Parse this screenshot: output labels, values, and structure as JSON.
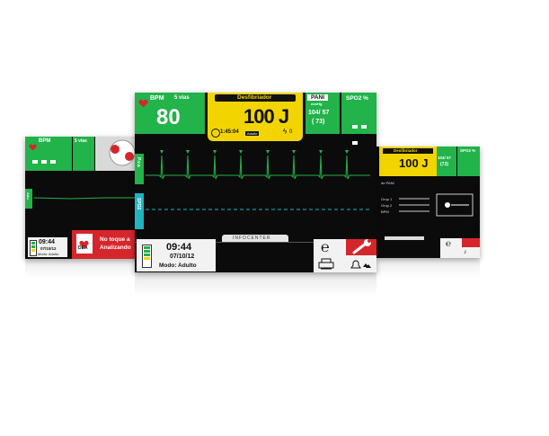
{
  "center": {
    "bpm_label": "BPM",
    "vias_label": "5 vías",
    "bpm_value": "80",
    "defib_title": "Desfibriador",
    "energy": "100 J",
    "timer": "1:45:04",
    "mode_badge": "Adulto",
    "sync_count": "0",
    "pani_label": "PANI",
    "pani_unit": "mmHg",
    "pani_value": "104/ 57",
    "pani_mean": "( 73)",
    "spo2_label": "SPO2 %",
    "lead_label": "P.v.a",
    "spo2_lead": "SPO2",
    "infocenter": "INFOCENTER",
    "time": "09:44",
    "date": "07/10/12",
    "mode": "Modo: Adulto"
  },
  "left": {
    "bpm_label": "BPM",
    "vias_label": "5 vías",
    "lead_label": "Adu",
    "time": "09:44",
    "date": "07/10/12",
    "mode": "Modo: Adulto",
    "dea_label": "DEA",
    "msg_line1": "No toque a",
    "msg_line2": "Analizando"
  },
  "right": {
    "defib_title": "Desfibriador",
    "energy": "100 J",
    "pani_value": "104/ 57",
    "pani_mean": "(73)",
    "spo2_label": "SPO2 %",
    "section_label": "de PANI",
    "rows": [
      "Grup 1",
      "Grup 2",
      "BPM"
    ]
  },
  "colors": {
    "green": "#22b34a",
    "yellow": "#f2d500",
    "red": "#d5262c",
    "teal": "#21b3c0"
  }
}
